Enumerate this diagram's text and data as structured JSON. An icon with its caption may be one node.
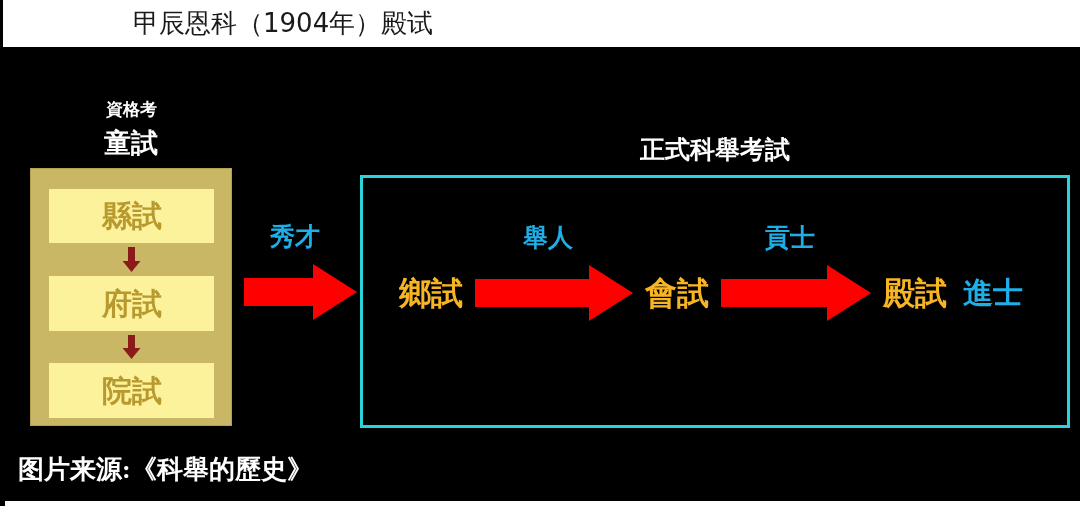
{
  "diagram": {
    "title": "甲辰恩科（1904年）殿试",
    "caption": "图片来源:《科舉的歷史》",
    "nodes": [
      {
        "text": [
          "資格考",
          "童試"
        ]
      },
      {
        "text": [
          "縣試"
        ],
        "in": 0
      },
      {
        "text": [
          "府試"
        ],
        "in": 0
      },
      {
        "text": [
          "院試"
        ],
        "in": 0
      },
      {
        "text": [
          "正式科舉考試"
        ]
      },
      {
        "text": [
          "鄉試"
        ],
        "in": 4
      },
      {
        "text": [
          "會試"
        ],
        "in": 4
      },
      {
        "text": [
          "殿試"
        ],
        "in": 4,
        "beside": [
          "進士"
        ]
      }
    ],
    "edges": [
      {
        "from": 1,
        "to": 2,
        "arrow": "to",
        "color": "#8b1a1a"
      },
      {
        "from": 2,
        "to": 3,
        "arrow": "to",
        "color": "#8b1a1a"
      },
      {
        "from": 0,
        "to": 4,
        "arrow": "to",
        "label": "秀才"
      },
      {
        "from": 5,
        "to": 6,
        "arrow": "to",
        "label": "舉人"
      },
      {
        "from": 6,
        "to": 7,
        "arrow": "to",
        "label": "貢士"
      }
    ]
  }
}
